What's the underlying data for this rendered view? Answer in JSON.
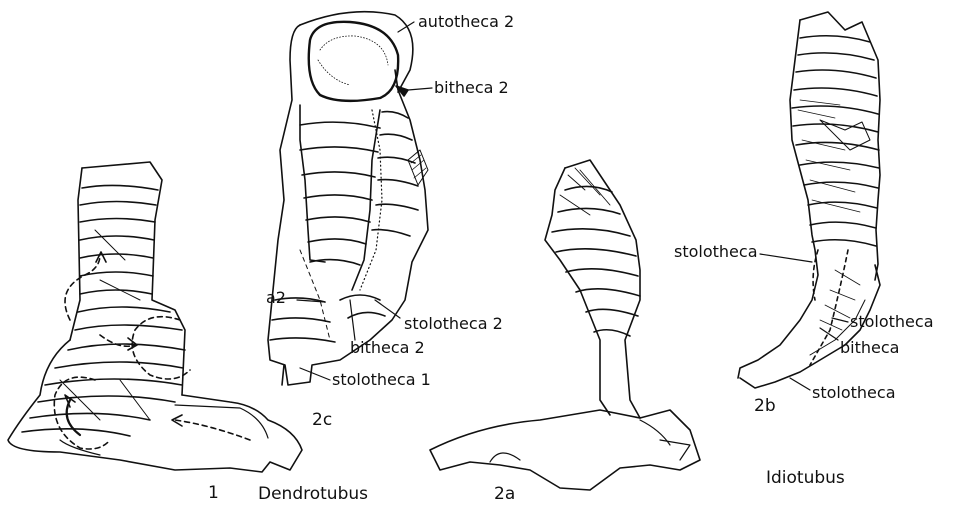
{
  "figures": {
    "fig1": {
      "number": "1",
      "genus": "Dendrotubus"
    },
    "fig2a": {
      "number": "2a"
    },
    "fig2b": {
      "number": "2b",
      "labels": {
        "stolotheca_upper": "stolotheca",
        "stolotheca_right": "stolotheca",
        "bitheca": "bitheca",
        "stolotheca_lower": "stolotheca"
      }
    },
    "fig2c": {
      "number": "2c",
      "labels": {
        "autotheca": "autotheca 2",
        "bitheca_top": "bitheca 2",
        "a2": "a2",
        "stolotheca2": "stolotheca 2",
        "bitheca_mid": "bitheca 2",
        "stolotheca1": "stolotheca 1"
      }
    },
    "genus2": "Idiotubus"
  },
  "colors": {
    "ink": "#111111",
    "paper": "#ffffff"
  }
}
